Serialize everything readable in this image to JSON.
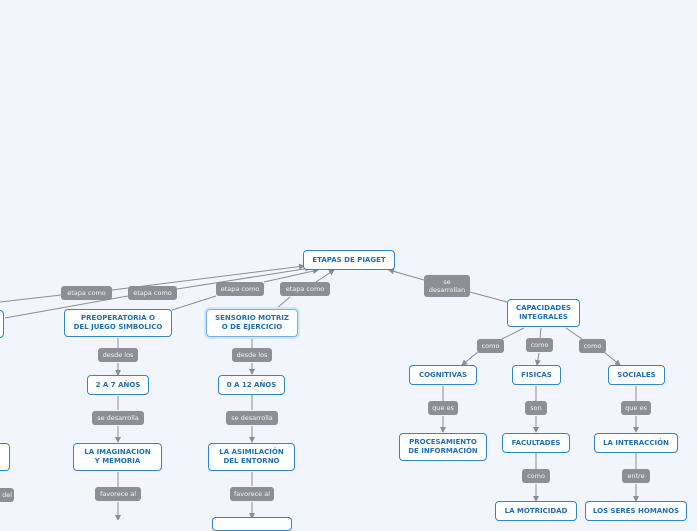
{
  "colors": {
    "background": "#f3f5fd",
    "node_border": "#2f86cf",
    "node_text": "#1f6fb4",
    "connector_label_bg": "#8c8f93",
    "edge": "#8a8d92"
  },
  "nodes": {
    "root": "ETAPAS DE PIAGET",
    "capacidades": "CAPACIDADES\nINTEGRALES",
    "cognitivas": "COGNITIVAS",
    "fisicas": "FISICAS",
    "sociales": "SOCIALES",
    "procesamiento": "PROCESAMIENTO\nDE INFORMACIÓN",
    "facultades": "FACULTADES",
    "interaccion": "LA INTERACCIÓN",
    "motricidad": "LA MOTRICIDAD",
    "seres": "LOS SERES HOMANOS",
    "preoperatoria": "PREOPERATORIA O\nDEL JUEGO SIMBOLICO",
    "sensorio": "SENSORIO MOTRIZ\nO DE EJERCICIO",
    "dos_siete": "2 A 7 AÑOS",
    "cero_doce": "0 A 12 AÑOS",
    "imaginacion": "LA IMAGINACION\nY  MEMORIA",
    "asimilacion": "LA ASIMILACIÓN\nDEL ENTORNO"
  },
  "labels": {
    "se_desarrollan": "se\ndesarrollan",
    "etapa_como_1": "etapa como",
    "etapa_como_2": "etapa como",
    "etapa_como_3": "etapa como",
    "etapa_como_4": "etapa como",
    "como_cog": "como",
    "como_fis": "como",
    "como_soc": "como",
    "que_es_1": "que es",
    "son": "son",
    "que_es_2": "que es",
    "como_fac": "como",
    "entre": "entre",
    "desde_los_1": "desde los",
    "desde_los_2": "desde los",
    "se_desarrolla_1": "se desarrolla",
    "se_desarrolla_2": "se desarrolla",
    "favorece_al_1": "favorece al",
    "favorece_al_2": "favorece al",
    "del": "del"
  }
}
